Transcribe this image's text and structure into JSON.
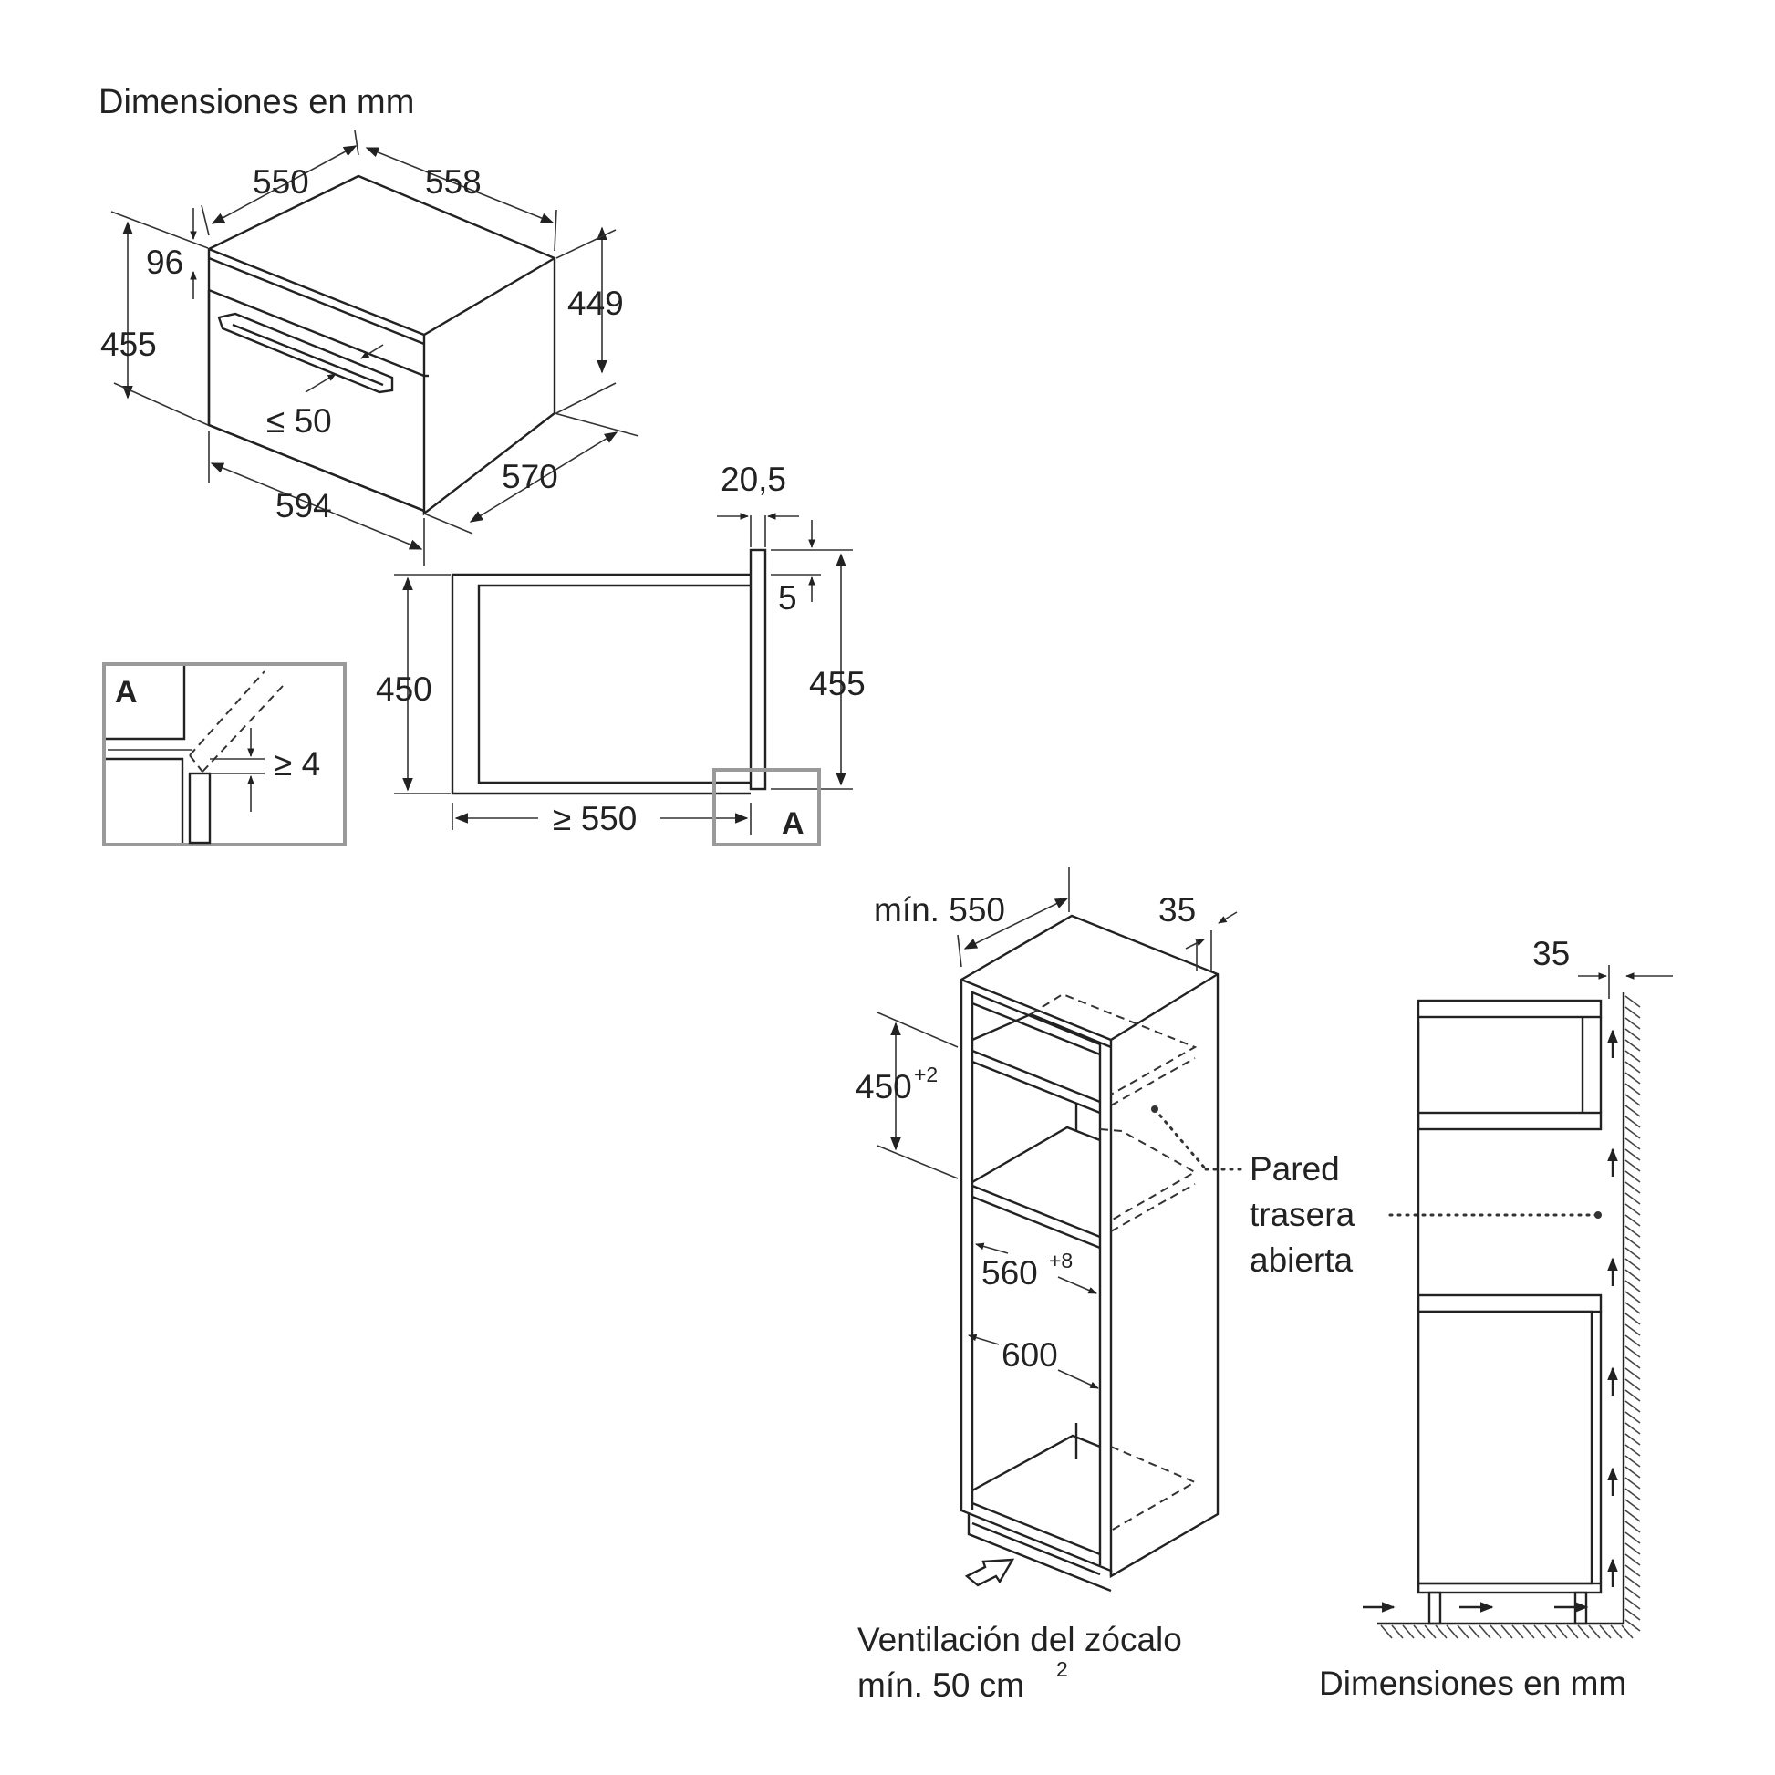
{
  "top_diagram": {
    "title": "Dimensiones en mm",
    "dims": {
      "d550": "550",
      "d558": "558",
      "d96": "96",
      "d449": "449",
      "d455": "455",
      "d_le50": "≤ 50",
      "d570": "570",
      "d594": "594"
    },
    "side": {
      "d20_5": "20,5",
      "d5": "5",
      "d450": "450",
      "d455": "455",
      "d_ge550": "≥ 550",
      "detail_tag": "A"
    },
    "detail": {
      "tag": "A",
      "d_ge4": "≥ 4"
    }
  },
  "bottom_diagram": {
    "cabinet": {
      "min550": "mín. 550",
      "d35": "35",
      "d450": "450",
      "d450_sup": "+2",
      "d560": "560",
      "d560_sup": "+8",
      "d600": "600"
    },
    "rear_wall_label": [
      "Pared",
      "trasera",
      "abierta"
    ],
    "ventilation": {
      "line1": "Ventilación del zócalo",
      "line2": "mín. 50 cm",
      "line2_sup": "2"
    },
    "section": {
      "d35": "35",
      "title": "Dimensiones en mm"
    }
  }
}
